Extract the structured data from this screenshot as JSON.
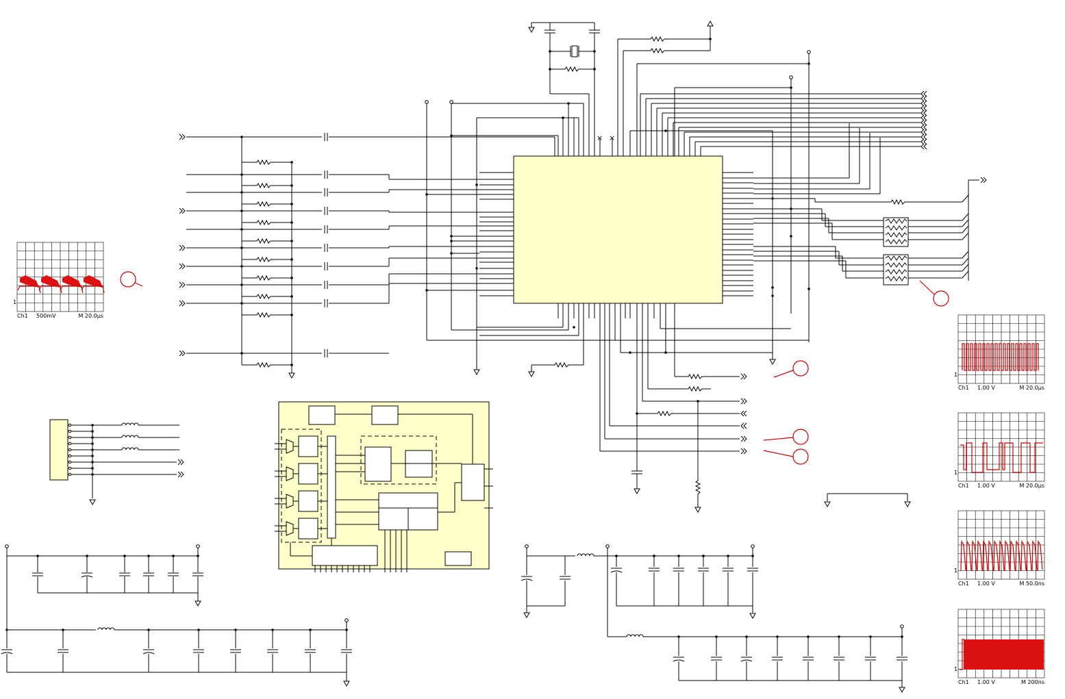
{
  "colors": {
    "ic_fill": "#ffffcc",
    "wire": "#000000",
    "marker": "#cc0000",
    "waveform": "#dd1111"
  },
  "scopes": [
    {
      "id": "left",
      "ch": "Ch1",
      "volts": "500mV",
      "time": "M 20.0μs",
      "marker": "1"
    },
    {
      "id": "r1",
      "ch": "Ch1",
      "volts": "1.00 V",
      "time": "M 20.0μs",
      "marker": "1"
    },
    {
      "id": "r2",
      "ch": "Ch1",
      "volts": "1.00 V",
      "time": "M 20.0μs",
      "marker": "1"
    },
    {
      "id": "r3",
      "ch": "Ch1",
      "volts": "1.00 V",
      "time": "M 50.0ns",
      "marker": "1"
    },
    {
      "id": "r4",
      "ch": "Ch1",
      "volts": "1.00 V",
      "time": "M 200ns",
      "marker": "1"
    }
  ]
}
